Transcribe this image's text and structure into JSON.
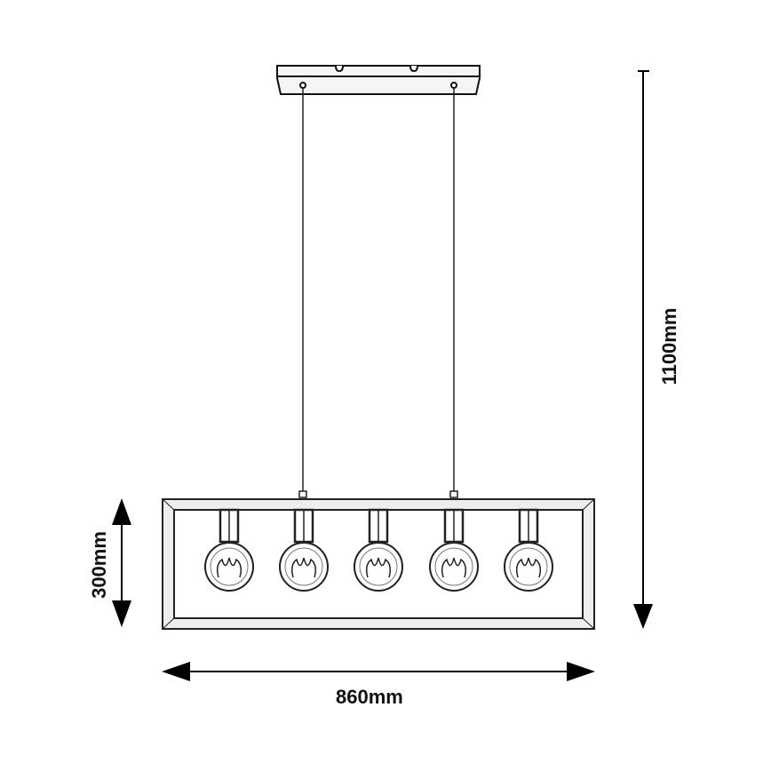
{
  "diagram": {
    "subject": "5-bulb rectangular frame pendant lamp",
    "bulb_count": 5,
    "colors": {
      "line": "#111111",
      "background": "#ffffff",
      "frame_fill": "#f2f2f2"
    }
  },
  "dimensions": {
    "width_label": "860mm",
    "frame_height_label": "300mm",
    "total_height_label": "1100mm"
  }
}
